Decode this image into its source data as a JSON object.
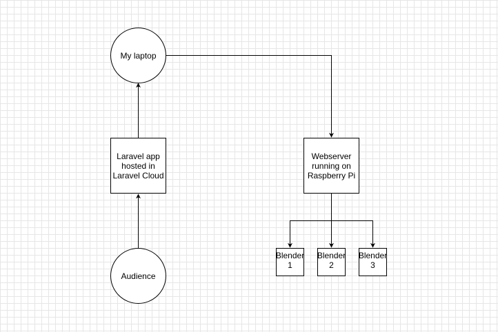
{
  "diagram": {
    "nodes": {
      "laptop": {
        "label": "My laptop"
      },
      "laravel": {
        "label": "Laravel app hosted in Laravel Cloud"
      },
      "audience": {
        "label": "Audience"
      },
      "webserver": {
        "label": "Webserver running on Raspberry Pi"
      },
      "blender1": {
        "label": "Blender 1"
      },
      "blender2": {
        "label": "Blender 2"
      },
      "blender3": {
        "label": "Blender 3"
      }
    },
    "edges": [
      {
        "from": "audience",
        "to": "laravel"
      },
      {
        "from": "laravel",
        "to": "laptop"
      },
      {
        "from": "laptop",
        "to": "webserver"
      },
      {
        "from": "webserver",
        "to": "blender1"
      },
      {
        "from": "webserver",
        "to": "blender2"
      },
      {
        "from": "webserver",
        "to": "blender3"
      }
    ],
    "colors": {
      "stroke": "#000000",
      "fill": "#ffffff",
      "grid": "#e6e6e6"
    }
  }
}
